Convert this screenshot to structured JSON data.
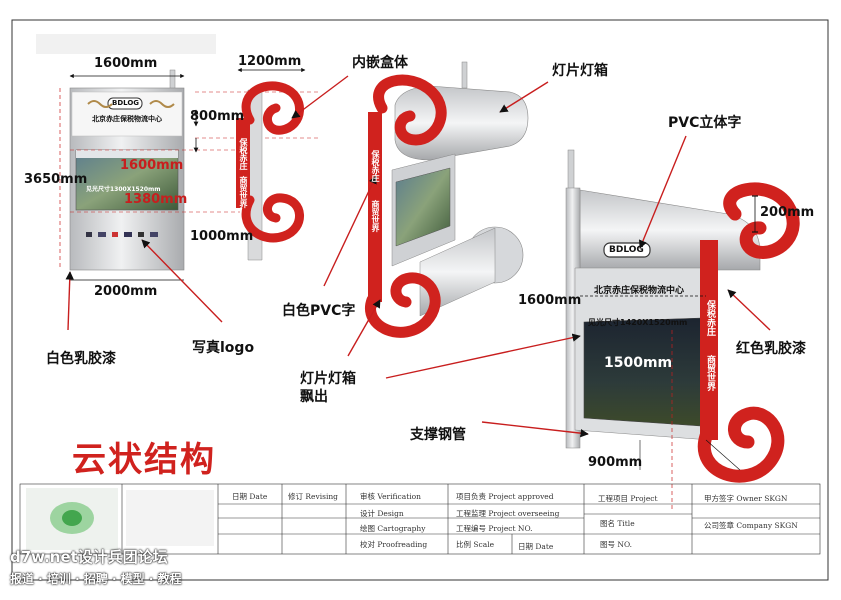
{
  "title": "云状结构",
  "dimensions": {
    "w1600": "1600mm",
    "w1200": "1200mm",
    "h800": "800mm",
    "h3650": "3650mm",
    "h1600": "1600mm",
    "h1380": "1380mm",
    "h1000": "1000mm",
    "w2000": "2000mm",
    "h200": "200mm",
    "w1600b": "1600mm",
    "h1500": "1500mm",
    "w900": "900mm"
  },
  "callouts": {
    "inset_box": "内嵌盒体",
    "lightbox_top": "灯片灯箱",
    "pvc_3d": "PVC立体字",
    "white_pvc": "白色PVC字",
    "white_latex": "白色乳胶漆",
    "photo_logo": "写真logo",
    "lightbox_out_1": "灯片灯箱",
    "lightbox_out_2": "飘出",
    "red_latex": "红色乳胶漆",
    "steel_pipe": "支撑钢管"
  },
  "sign": {
    "logo": "BDLOG",
    "center_name": "北京赤庄保税物流中心",
    "size_small": "见光尺寸1300X1520mm",
    "size_large": "见光尺寸1420X1520mm",
    "vertical_left": "保税赤庄",
    "vertical_right": "商贸世界"
  },
  "title_block": {
    "date": "日期 Date",
    "revising": "修订 Revising",
    "verification": "审核 Verification",
    "design": "设计 Design",
    "cartography": "绘图 Cartography",
    "proofreading": "校对 Proofreading",
    "project_approved": "项目负责 Project approved",
    "project_overseeing": "工程监理 Project overseeing",
    "project_no": "工程编号 Project NO.",
    "scale": "比例 Scale",
    "date2": "日期 Date",
    "project": "工程项目 Project",
    "title": "图名 Title",
    "drawing_no": "图号 NO.",
    "owner_sign": "甲方签字 Owner SKGN",
    "company_sign": "公司签章 Company SKGN"
  },
  "watermark": {
    "site": "d7w.net设计兵团论坛",
    "tags": "报道 · 培训 · 招聘 · 模型 · 教程"
  },
  "colors": {
    "accent_red": "#d0221e",
    "panel_grey": "#dcdde0",
    "arrow_red": "#c81e1e"
  }
}
